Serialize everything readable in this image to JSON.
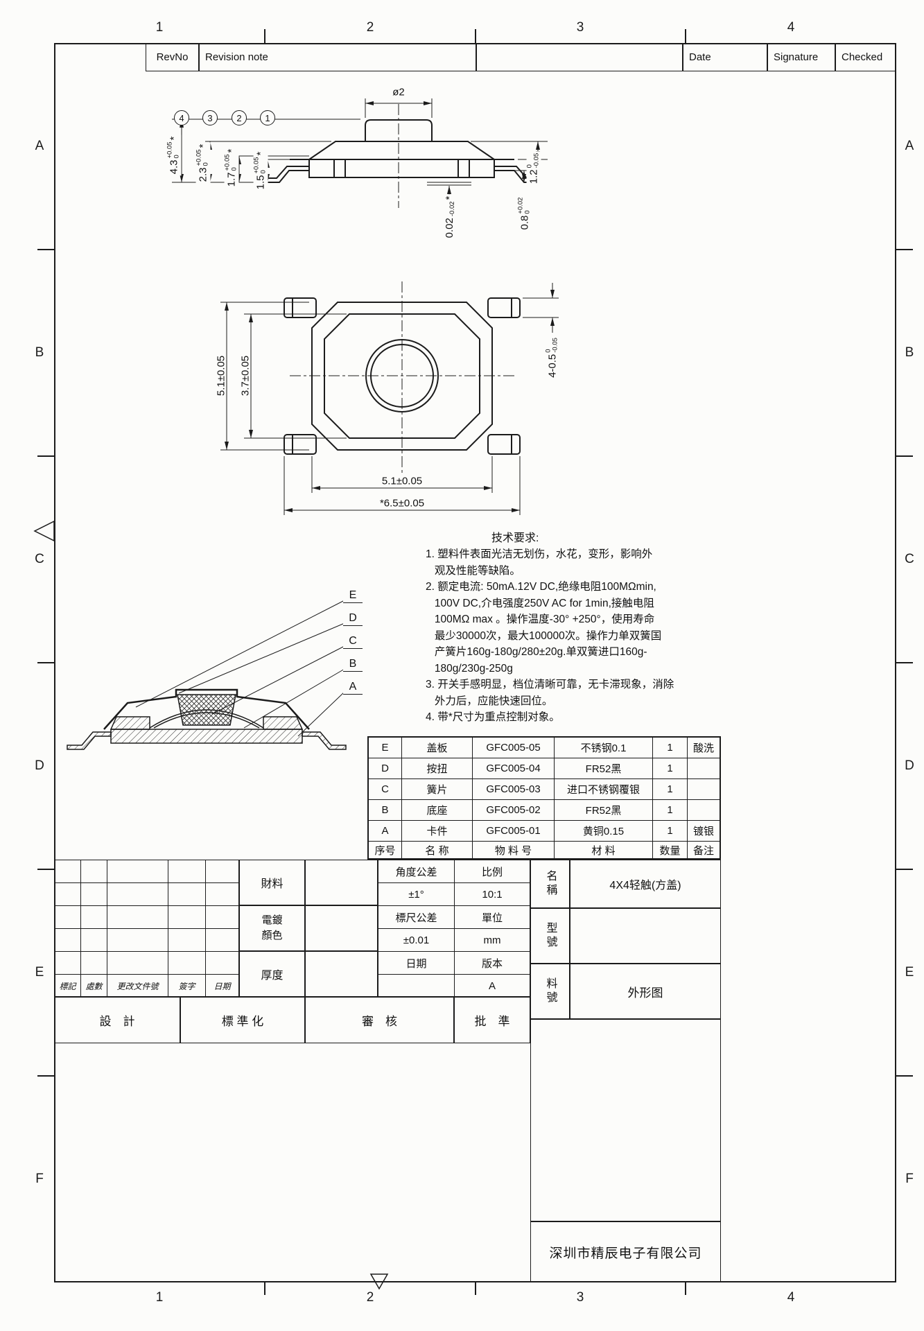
{
  "sheet": {
    "col_labels": [
      "1",
      "2",
      "3",
      "4"
    ],
    "row_labels": [
      "A",
      "B",
      "C",
      "D",
      "E",
      "F"
    ]
  },
  "revision_table": {
    "rev_no_label": "RevNo",
    "note_label": "Revision note",
    "date_label": "Date",
    "signature_label": "Signature",
    "checked_label": "Checked"
  },
  "side_view": {
    "diameter_dim": "ø2",
    "callouts": [
      "4",
      "3",
      "2",
      "1"
    ],
    "stack_dims": [
      {
        "value": "4.3",
        "tol_top": "+0.05",
        "tol_bot": "0",
        "mark": "*"
      },
      {
        "value": "2.3",
        "tol_top": "+0.05",
        "tol_bot": "0",
        "mark": "*"
      },
      {
        "value": "1.7",
        "tol_top": "+0.05",
        "tol_bot": "0",
        "mark": "*"
      },
      {
        "value": "1.5",
        "tol_top": "+0.05",
        "tol_bot": "0",
        "mark": "*"
      }
    ],
    "cover_height_dim": {
      "value": "1.2",
      "tol_top": "0",
      "tol_bot": "-0.05",
      "mark": ""
    },
    "seating_dim": {
      "value": "0.02",
      "tol_top": "",
      "tol_bot": "-0.02",
      "mark": "*"
    },
    "terminal_dim": {
      "value": "0.8",
      "tol_top": "+0.02",
      "tol_bot": "0",
      "mark": ""
    }
  },
  "plan_view": {
    "body_height_dim": "5.1±0.05",
    "inner_dim": "3.7±0.05",
    "leg_width_dim": {
      "value": "4-0.5",
      "tol_top": "0",
      "tol_bot": "-0.05"
    },
    "body_width_dim": "5.1±0.05",
    "overall_width_dim": "*6.5±0.05"
  },
  "section_view": {
    "labels": [
      "E",
      "D",
      "C",
      "B",
      "A"
    ]
  },
  "tech_req": {
    "title": "技术要求:",
    "lines": [
      "1. 塑料件表面光洁无划伤，水花，变形，影响外",
      "   观及性能等缺陷。",
      "2. 额定电流: 50mA.12V DC,绝缘电阻100MΩmin,",
      "   100V DC,介电强度250V AC for 1min,接触电阻",
      "   100MΩ max 。操作温度-30° +250°，使用寿命",
      "   最少30000次，最大100000次。操作力单双簧国",
      "   产簧片160g-180g/280±20g.单双簧进口160g-",
      "   180g/230g-250g",
      "3. 开关手感明显，档位清晰可靠，无卡滞现象，消除",
      "   外力后，应能快速回位。",
      "4. 带*尺寸为重点控制对象。"
    ]
  },
  "parts_table": {
    "header": {
      "no": "序号",
      "name": "名  称",
      "part_no": "物 料 号",
      "material": "材   料",
      "qty": "数量",
      "remark": "备注"
    },
    "rows": [
      {
        "no": "E",
        "name": "盖板",
        "part_no": "GFC005-05",
        "material": "不锈钢0.1",
        "qty": "1",
        "remark": "酸洗"
      },
      {
        "no": "D",
        "name": "按扭",
        "part_no": "GFC005-04",
        "material": "FR52黑",
        "qty": "1",
        "remark": ""
      },
      {
        "no": "C",
        "name": "簧片",
        "part_no": "GFC005-03",
        "material": "进口不锈钢覆银",
        "qty": "1",
        "remark": ""
      },
      {
        "no": "B",
        "name": "底座",
        "part_no": "GFC005-02",
        "material": "FR52黑",
        "qty": "1",
        "remark": ""
      },
      {
        "no": "A",
        "name": "卡件",
        "part_no": "GFC005-01",
        "material": "黄铜0.15",
        "qty": "1",
        "remark": "镀银"
      }
    ]
  },
  "title_block": {
    "material_label": "財料",
    "plating_label": "電鍍顏色",
    "thickness_label": "厚度",
    "angle_tol_label": "角度公差",
    "angle_tol_value": "±1°",
    "scale_label": "比例",
    "scale_value": "10:1",
    "linear_tol_label": "標尺公差",
    "linear_tol_value": "±0.01",
    "unit_label": "單位",
    "unit_value": "mm",
    "date_label": "日期",
    "version_label": "版本",
    "version_value": "A",
    "name_label": "名稱",
    "name_value": "4X4轻触(方盖)",
    "model_label": "型號",
    "part_no_label": "料號",
    "part_no_value": "外形图",
    "mark_label": "標記",
    "count_label": "處數",
    "change_doc_label": "更改文件號",
    "sign_label": "簽字",
    "date2_label": "日期",
    "design_label": "設　計",
    "standardize_label": "標 準 化",
    "review_label": "審　核",
    "approve_label": "批　準",
    "company": "深圳市精辰电子有限公司"
  }
}
